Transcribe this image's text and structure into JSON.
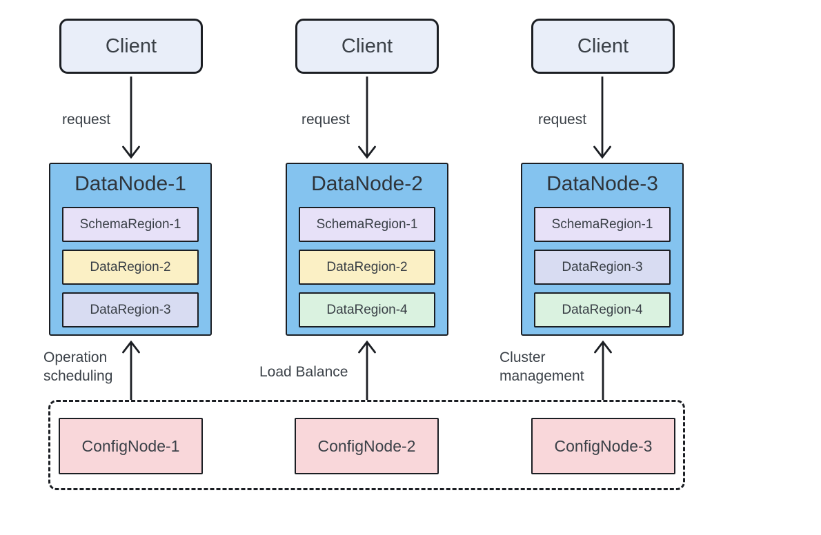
{
  "diagram": {
    "clients": [
      {
        "label": "Client"
      },
      {
        "label": "Client"
      },
      {
        "label": "Client"
      }
    ],
    "request_arrows": [
      {
        "label": "request"
      },
      {
        "label": "request"
      },
      {
        "label": "request"
      }
    ],
    "datanodes": [
      {
        "title": "DataNode-1",
        "regions": [
          {
            "label": "SchemaRegion-1",
            "color": "#e7e1f8"
          },
          {
            "label": "DataRegion-2",
            "color": "#fbf0c5"
          },
          {
            "label": "DataRegion-3",
            "color": "#d8dcf2"
          }
        ]
      },
      {
        "title": "DataNode-2",
        "regions": [
          {
            "label": "SchemaRegion-1",
            "color": "#e7e1f8"
          },
          {
            "label": "DataRegion-2",
            "color": "#fbf0c5"
          },
          {
            "label": "DataRegion-4",
            "color": "#daf2e0"
          }
        ]
      },
      {
        "title": "DataNode-3",
        "regions": [
          {
            "label": "SchemaRegion-1",
            "color": "#e7e1f8"
          },
          {
            "label": "DataRegion-3",
            "color": "#d8dcf2"
          },
          {
            "label": "DataRegion-4",
            "color": "#daf2e0"
          }
        ]
      }
    ],
    "confignode_arrows": [
      {
        "label": "Operation scheduling"
      },
      {
        "label": "Load Balance"
      },
      {
        "label": "Cluster management"
      }
    ],
    "confignodes": [
      {
        "label": "ConfigNode-1"
      },
      {
        "label": "ConfigNode-2"
      },
      {
        "label": "ConfigNode-3"
      }
    ],
    "colors": {
      "client_fill": "#e9eef9",
      "datanode_fill": "#84c3ef",
      "confignode_fill": "#f9d7da",
      "stroke": "#1b1e23",
      "text": "#3a4047"
    }
  }
}
